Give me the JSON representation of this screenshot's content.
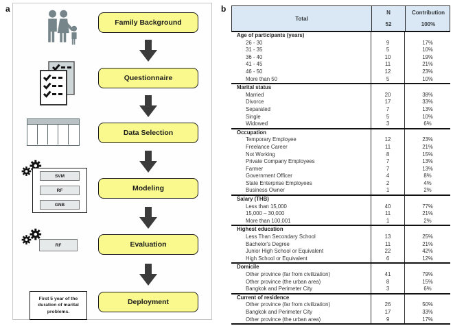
{
  "figure": {
    "panel_a_label": "a",
    "panel_b_label": "b"
  },
  "colors": {
    "accent_yellow": "#f9f98e",
    "header_blue": "#d9e8f4"
  },
  "flowchart": {
    "steps": [
      {
        "label": "Family Background",
        "icon": "family-icon"
      },
      {
        "label": "Questionnaire",
        "icon": "checklist-icon"
      },
      {
        "label": "Data Selection",
        "icon": "data-table-icon"
      },
      {
        "label": "Modeling",
        "icon": "gears-icon",
        "models": [
          "SVM",
          "RF",
          "GNB"
        ]
      },
      {
        "label": "Evaluation",
        "icon": "gears-icon",
        "models": [
          "RF"
        ]
      },
      {
        "label": "Deployment",
        "icon": "note-box",
        "note": "First 5 year of the duration of marital problems."
      }
    ]
  },
  "table": {
    "columns": [
      "Total",
      "N",
      "Contribution"
    ],
    "totals": {
      "n": "52",
      "contribution": "100%"
    },
    "sections": [
      {
        "title": "Age of participants (years)",
        "rows": [
          [
            "26 - 30",
            "9",
            "17%"
          ],
          [
            "31 - 35",
            "5",
            "10%"
          ],
          [
            "36 - 40",
            "10",
            "19%"
          ],
          [
            "41 - 45",
            "11",
            "21%"
          ],
          [
            "46 - 50",
            "12",
            "23%"
          ],
          [
            "More than 50",
            "5",
            "10%"
          ]
        ]
      },
      {
        "title": "Marital status",
        "rows": [
          [
            "Married",
            "20",
            "38%"
          ],
          [
            "Divorce",
            "17",
            "33%"
          ],
          [
            "Separated",
            "7",
            "13%"
          ],
          [
            "Single",
            "5",
            "10%"
          ],
          [
            "Widowed",
            "3",
            "6%"
          ]
        ]
      },
      {
        "title": "Occupation",
        "rows": [
          [
            "Temporary Employee",
            "12",
            "23%"
          ],
          [
            "Freelance Career",
            "11",
            "21%"
          ],
          [
            "Not Working",
            "8",
            "15%"
          ],
          [
            "Private Company Employees",
            "7",
            "13%"
          ],
          [
            "Farmer",
            "7",
            "13%"
          ],
          [
            "Government Officer",
            "4",
            "8%"
          ],
          [
            "State Enterprise Employees",
            "2",
            "4%"
          ],
          [
            "Business Owner",
            "1",
            "2%"
          ]
        ]
      },
      {
        "title": "Salary (THB)",
        "rows": [
          [
            "Less than 15,000",
            "40",
            "77%"
          ],
          [
            "15,000 – 30,000",
            "11",
            "21%"
          ],
          [
            "More than 100,001",
            "1",
            "2%"
          ]
        ]
      },
      {
        "title": "Highest education",
        "rows": [
          [
            "Less Than Secondary School",
            "13",
            "25%"
          ],
          [
            "Bachelor's Degree",
            "11",
            "21%"
          ],
          [
            "Junior High School or Equivalent",
            "22",
            "42%"
          ],
          [
            "High School or Equivalent",
            "6",
            "12%"
          ]
        ]
      },
      {
        "title": "Domicile",
        "rows": [
          [
            "Other province (far from civilization)",
            "41",
            "79%"
          ],
          [
            "Other province (the urban area)",
            "8",
            "15%"
          ],
          [
            "Bangkok and Perimeter City",
            "3",
            "6%"
          ]
        ]
      },
      {
        "title": "Current of residence",
        "rows": [
          [
            "Other province (far from civilization)",
            "26",
            "50%"
          ],
          [
            "Bangkok and Perimeter City",
            "17",
            "33%"
          ],
          [
            "Other province (the urban area)",
            "9",
            "17%"
          ]
        ]
      }
    ]
  }
}
